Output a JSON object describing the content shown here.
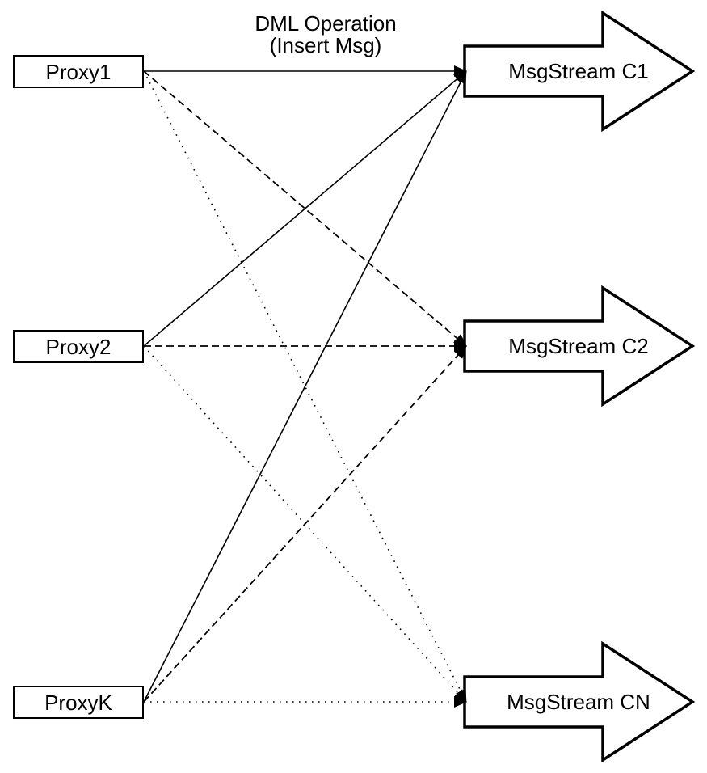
{
  "diagram": {
    "annotation": {
      "line1": "DML Operation",
      "line2": "(Insert Msg)"
    },
    "proxies": [
      {
        "id": "proxy1",
        "label": "Proxy1"
      },
      {
        "id": "proxy2",
        "label": "Proxy2"
      },
      {
        "id": "proxyk",
        "label": "ProxyK"
      }
    ],
    "streams": [
      {
        "id": "c1",
        "label": "MsgStream C1"
      },
      {
        "id": "c2",
        "label": "MsgStream C2"
      },
      {
        "id": "cn",
        "label": "MsgStream CN"
      }
    ],
    "edges": [
      {
        "from": "proxy1",
        "to": "c1",
        "style": "solid"
      },
      {
        "from": "proxy2",
        "to": "c1",
        "style": "solid"
      },
      {
        "from": "proxyk",
        "to": "c1",
        "style": "solid"
      },
      {
        "from": "proxy1",
        "to": "c2",
        "style": "dashed"
      },
      {
        "from": "proxy2",
        "to": "c2",
        "style": "dashed"
      },
      {
        "from": "proxyk",
        "to": "c2",
        "style": "dashed"
      },
      {
        "from": "proxy1",
        "to": "cn",
        "style": "dotted"
      },
      {
        "from": "proxy2",
        "to": "cn",
        "style": "dotted"
      },
      {
        "from": "proxyk",
        "to": "cn",
        "style": "dotted"
      }
    ],
    "colors": {
      "stroke": "#000000",
      "fill": "#ffffff",
      "text": "#000000"
    }
  }
}
